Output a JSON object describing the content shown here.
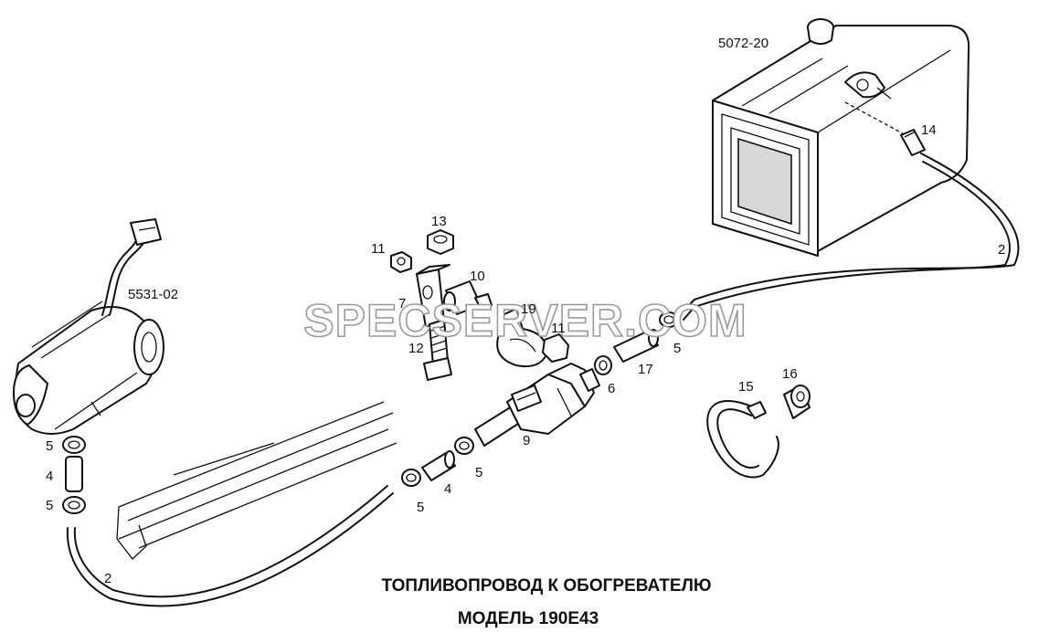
{
  "watermark": "SPECSERVER.COM",
  "caption": {
    "line1": "ТОПЛИВОПРОВОД К ОБОГРЕВАТЕЛЮ",
    "line2": "МОДЕЛЬ 190E43"
  },
  "parts": {
    "tank": "5072-20",
    "heater": "5531-02",
    "p14": "14",
    "p2a": "2",
    "p2b": "2",
    "p13": "13",
    "p11a": "11",
    "p10": "10",
    "p7": "7",
    "p19": "19",
    "p11b": "11",
    "p12": "12",
    "p5a": "5",
    "p17": "17",
    "p6": "6",
    "p15": "15",
    "p16": "16",
    "p9": "9",
    "p5b": "5",
    "p4a": "4",
    "p5c": "5",
    "p5d": "5",
    "p4b": "4",
    "p5e": "5"
  }
}
